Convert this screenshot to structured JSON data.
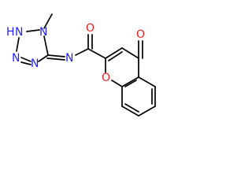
{
  "molecule": {
    "atoms": {
      "n1_methyl": {
        "symbol": "N",
        "color": "#1f1fff"
      },
      "n2_h": {
        "symbol": "N",
        "hydrogen": "H",
        "color": "#1f1fff"
      },
      "n3": {
        "symbol": "N",
        "color": "#1f1fff"
      },
      "n4": {
        "symbol": "N",
        "color": "#1f1fff"
      },
      "n_amide": {
        "symbol": "N",
        "color": "#1f1fff"
      },
      "o_ring": {
        "symbol": "O",
        "color": "#ff1f1f"
      },
      "o_ketone": {
        "symbol": "O",
        "color": "#ff1f1f"
      },
      "o_amide": {
        "symbol": "O",
        "color": "#ff1f1f"
      }
    },
    "bond_color": "#000000"
  }
}
